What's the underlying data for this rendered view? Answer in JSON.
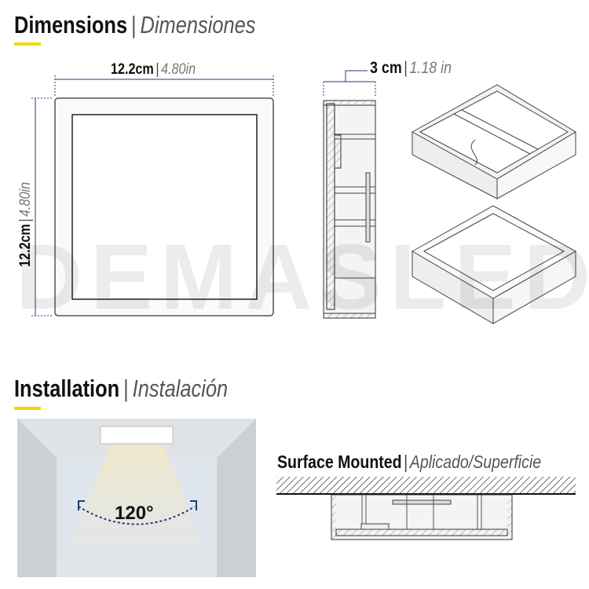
{
  "watermark": "DEMASLED",
  "accent_color": "#f2d600",
  "dimensions": {
    "title": "Dimensions",
    "subtitle": "Dimensiones",
    "width_cm": "12.2cm",
    "width_in": "4.80in",
    "height_cm": "12.2cm",
    "height_in": "4.80in",
    "depth_cm": "3 cm",
    "depth_in": "1.18 in"
  },
  "installation": {
    "title": "Installation",
    "subtitle": "Instalación",
    "beam_angle": "120°",
    "mount_title": "Surface Mounted",
    "mount_subtitle": "Aplicado/Superficie"
  }
}
